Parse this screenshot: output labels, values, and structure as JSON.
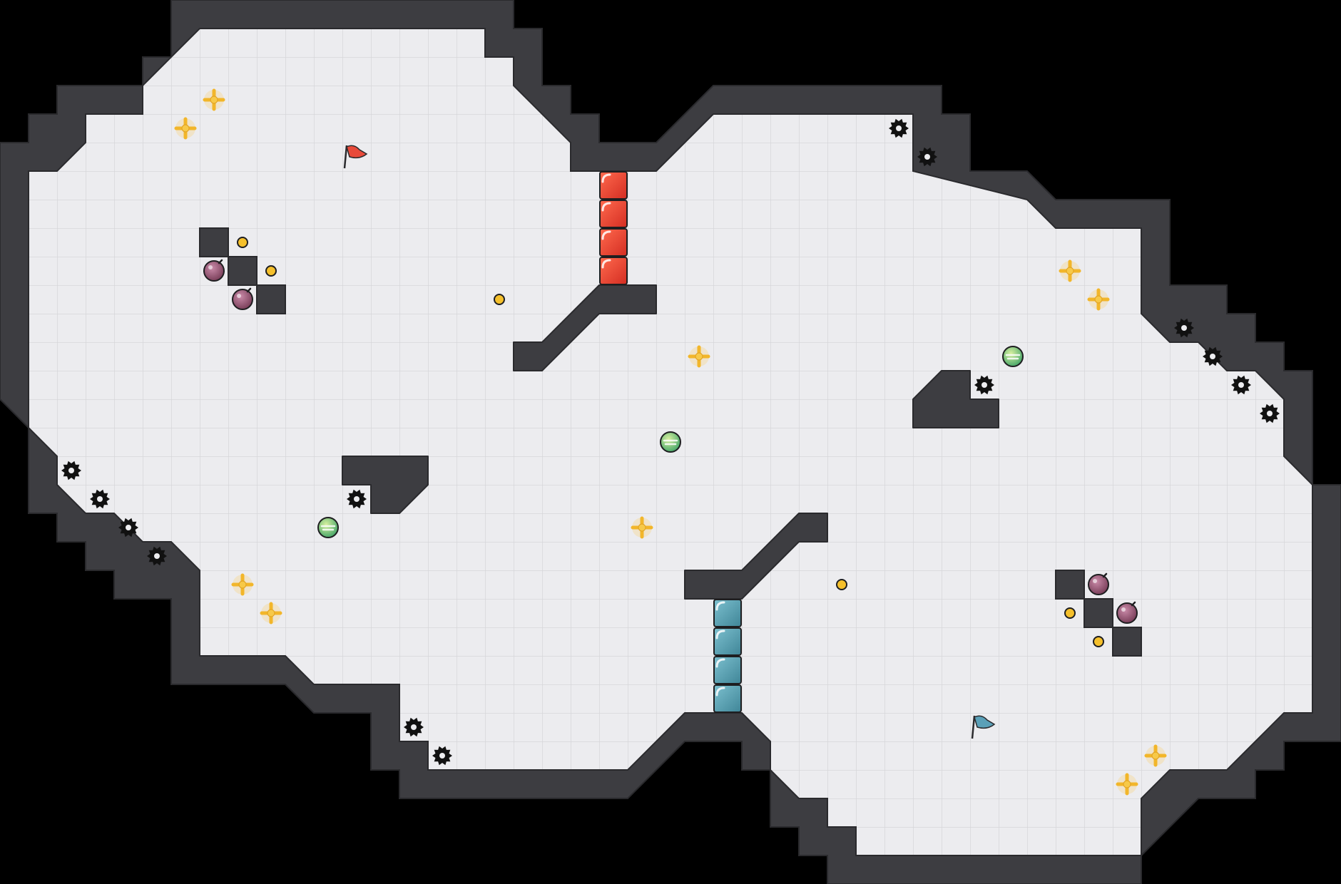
{
  "map": {
    "cols": 47,
    "rows": 31,
    "colors": {
      "background": "#000000",
      "floor": "#ececef",
      "grid": "#d8d8dc",
      "wall": "#3d3d41",
      "wall_edge": "#2a2a2d",
      "red_flag": "#e84a3a",
      "blue_flag": "#5aa0b8"
    }
  },
  "wall_polygons": [
    [
      [
        6,
        0
      ],
      [
        18,
        0
      ],
      [
        18,
        1
      ],
      [
        19,
        1
      ],
      [
        19,
        3
      ],
      [
        20,
        3
      ],
      [
        20,
        4
      ],
      [
        21,
        4
      ],
      [
        21,
        5
      ],
      [
        23,
        5
      ],
      [
        25,
        3
      ],
      [
        33,
        3
      ],
      [
        33,
        4
      ],
      [
        34,
        4
      ],
      [
        34,
        6
      ],
      [
        36,
        6
      ],
      [
        37,
        7
      ],
      [
        41,
        7
      ],
      [
        41,
        10
      ],
      [
        43,
        10
      ],
      [
        43,
        11
      ],
      [
        44,
        11
      ],
      [
        44,
        12
      ],
      [
        45,
        12
      ],
      [
        45,
        13
      ],
      [
        46,
        13
      ],
      [
        46,
        17
      ],
      [
        47,
        17
      ],
      [
        47,
        26
      ],
      [
        45,
        26
      ],
      [
        45,
        27
      ],
      [
        44,
        27
      ],
      [
        44,
        28
      ],
      [
        42,
        28
      ],
      [
        40,
        30
      ],
      [
        40,
        31
      ],
      [
        29,
        31
      ],
      [
        29,
        30
      ],
      [
        28,
        30
      ],
      [
        28,
        29
      ],
      [
        27,
        29
      ],
      [
        27,
        27
      ],
      [
        26,
        27
      ],
      [
        26,
        26
      ],
      [
        24,
        26
      ],
      [
        22,
        28
      ],
      [
        14,
        28
      ],
      [
        14,
        27
      ],
      [
        13,
        27
      ],
      [
        13,
        25
      ],
      [
        11,
        25
      ],
      [
        10,
        24
      ],
      [
        6,
        24
      ],
      [
        6,
        21
      ],
      [
        4,
        21
      ],
      [
        4,
        20
      ],
      [
        3,
        20
      ],
      [
        3,
        19
      ],
      [
        2,
        19
      ],
      [
        2,
        18
      ],
      [
        1,
        18
      ],
      [
        1,
        15
      ],
      [
        0,
        14
      ],
      [
        0,
        5
      ],
      [
        1,
        5
      ],
      [
        1,
        4
      ],
      [
        2,
        4
      ],
      [
        2,
        3
      ],
      [
        5,
        3
      ],
      [
        5,
        2
      ],
      [
        6,
        2
      ]
    ],
    [
      [
        7,
        1
      ],
      [
        17,
        1
      ],
      [
        17,
        2
      ],
      [
        18,
        2
      ],
      [
        18,
        3
      ],
      [
        20,
        5
      ],
      [
        20,
        6
      ],
      [
        23,
        6
      ],
      [
        25,
        4
      ],
      [
        32,
        4
      ],
      [
        32,
        6
      ],
      [
        36,
        7
      ],
      [
        37,
        8
      ],
      [
        40,
        8
      ],
      [
        40,
        11
      ],
      [
        41,
        12
      ],
      [
        42,
        12
      ],
      [
        43,
        13
      ],
      [
        44,
        13
      ],
      [
        45,
        14
      ],
      [
        45,
        16
      ],
      [
        46,
        17
      ],
      [
        46,
        25
      ],
      [
        45,
        25
      ],
      [
        44,
        26
      ],
      [
        43,
        27
      ],
      [
        41,
        27
      ],
      [
        40,
        28
      ],
      [
        40,
        30
      ],
      [
        30,
        30
      ],
      [
        30,
        29
      ],
      [
        29,
        29
      ],
      [
        29,
        28
      ],
      [
        28,
        28
      ],
      [
        27,
        27
      ],
      [
        27,
        26
      ],
      [
        26,
        25
      ],
      [
        24,
        25
      ],
      [
        22,
        27
      ],
      [
        15,
        27
      ],
      [
        15,
        26
      ],
      [
        14,
        26
      ],
      [
        14,
        24
      ],
      [
        11,
        24
      ],
      [
        10,
        23
      ],
      [
        7,
        23
      ],
      [
        7,
        20
      ],
      [
        6,
        19
      ],
      [
        5,
        19
      ],
      [
        4,
        18
      ],
      [
        3,
        18
      ],
      [
        2,
        17
      ],
      [
        2,
        16
      ],
      [
        1,
        15
      ],
      [
        1,
        6
      ],
      [
        2,
        6
      ],
      [
        3,
        5
      ],
      [
        3,
        4
      ],
      [
        5,
        4
      ],
      [
        5,
        3
      ],
      [
        7,
        1
      ]
    ]
  ],
  "wall_blocks": [
    {
      "name": "block-tl-1",
      "cells": [
        [
          7,
          8
        ]
      ]
    },
    {
      "name": "block-tl-2",
      "cells": [
        [
          8,
          9
        ]
      ]
    },
    {
      "name": "block-tl-3",
      "cells": [
        [
          9,
          10
        ]
      ]
    },
    {
      "name": "block-br-1",
      "cells": [
        [
          37,
          20
        ]
      ]
    },
    {
      "name": "block-br-2",
      "cells": [
        [
          38,
          21
        ]
      ]
    },
    {
      "name": "block-br-3",
      "cells": [
        [
          39,
          22
        ]
      ]
    }
  ],
  "wall_shapes": [
    {
      "name": "ramp-center-top",
      "points": [
        [
          18,
          12
        ],
        [
          19,
          12
        ],
        [
          21,
          10
        ],
        [
          23,
          10
        ],
        [
          23,
          11
        ],
        [
          21,
          11
        ],
        [
          19,
          13
        ],
        [
          18,
          13
        ]
      ]
    },
    {
      "name": "ramp-center-bottom",
      "points": [
        [
          24,
          20
        ],
        [
          26,
          20
        ],
        [
          28,
          18
        ],
        [
          29,
          18
        ],
        [
          29,
          19
        ],
        [
          28,
          19
        ],
        [
          26,
          21
        ],
        [
          24,
          21
        ]
      ]
    },
    {
      "name": "ledge-left",
      "points": [
        [
          12,
          16
        ],
        [
          15,
          16
        ],
        [
          15,
          17
        ],
        [
          14,
          18
        ],
        [
          13,
          18
        ],
        [
          13,
          17
        ],
        [
          12,
          17
        ]
      ]
    },
    {
      "name": "ledge-right",
      "points": [
        [
          33,
          13
        ],
        [
          34,
          13
        ],
        [
          34,
          14
        ],
        [
          35,
          14
        ],
        [
          35,
          15
        ],
        [
          32,
          15
        ],
        [
          32,
          14
        ]
      ]
    }
  ],
  "gates": {
    "red": {
      "color": "#e0412f",
      "cells": [
        [
          21,
          6
        ],
        [
          21,
          7
        ],
        [
          21,
          8
        ],
        [
          21,
          9
        ]
      ]
    },
    "blue": {
      "color": "#5a9fb0",
      "cells": [
        [
          25,
          21
        ],
        [
          25,
          22
        ],
        [
          25,
          23
        ],
        [
          25,
          24
        ]
      ]
    }
  },
  "flags": [
    {
      "team": "red",
      "cell": [
        12,
        5
      ]
    },
    {
      "team": "blue",
      "cell": [
        34,
        25
      ]
    }
  ],
  "spikes": [
    [
      31,
      4
    ],
    [
      32,
      5
    ],
    [
      41,
      11
    ],
    [
      42,
      12
    ],
    [
      43,
      13
    ],
    [
      44,
      14
    ],
    [
      34,
      13
    ],
    [
      2,
      16
    ],
    [
      3,
      17
    ],
    [
      4,
      18
    ],
    [
      5,
      19
    ],
    [
      12,
      17
    ],
    [
      14,
      25
    ],
    [
      15,
      26
    ]
  ],
  "boosts": [
    [
      7,
      3
    ],
    [
      6,
      4
    ],
    [
      8,
      20
    ],
    [
      9,
      21
    ],
    [
      24,
      12
    ],
    [
      22,
      18
    ],
    [
      37,
      9
    ],
    [
      38,
      10
    ],
    [
      40,
      26
    ],
    [
      39,
      27
    ]
  ],
  "bombs": [
    [
      7,
      9
    ],
    [
      8,
      10
    ],
    [
      38,
      20
    ],
    [
      39,
      21
    ]
  ],
  "powerups": [
    [
      11,
      18
    ],
    [
      23,
      15
    ],
    [
      35,
      12
    ]
  ],
  "coins": [
    [
      8,
      8
    ],
    [
      9,
      9
    ],
    [
      17,
      10
    ],
    [
      29,
      20
    ],
    [
      37,
      21
    ],
    [
      38,
      22
    ]
  ]
}
